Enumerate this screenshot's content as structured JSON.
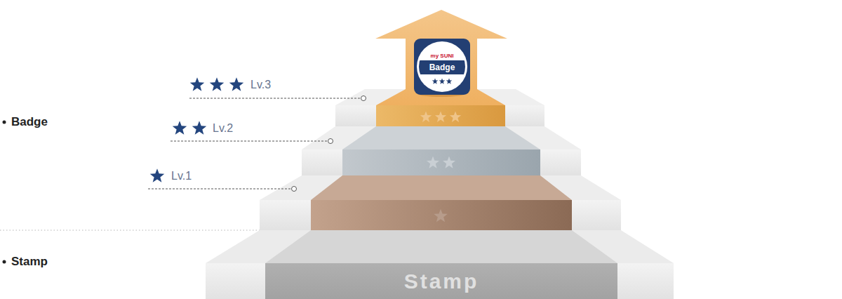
{
  "diagram": {
    "nodes": [
      {
        "text": [
          "my SUNI",
          "Badge"
        ]
      },
      {
        "text": [
          "Stamp"
        ]
      }
    ],
    "labels": [
      "Lv.3",
      "Badge",
      "Lv.2",
      "Lv.1",
      "Stamp"
    ]
  }
}
